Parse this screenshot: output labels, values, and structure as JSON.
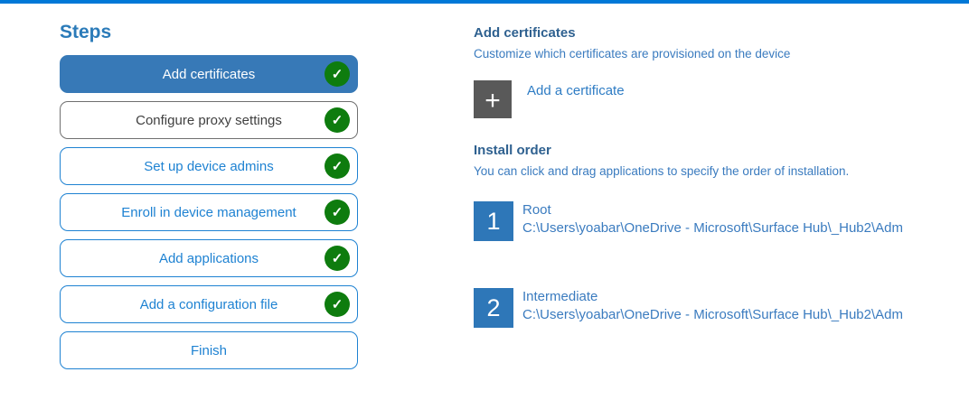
{
  "accent": {
    "top_bar_color": "#0078d7"
  },
  "colors": {
    "active_step_background": "#3779b7",
    "step_border_blue": "#1e82d2",
    "neutral_step_border": "#707070",
    "check_green": "#0e7c0e",
    "plus_box_gray": "#595959",
    "number_box_blue": "#2e77b8",
    "heading_blue": "#2f6190",
    "body_blue": "#3a7bbf"
  },
  "sidebar": {
    "title": "Steps",
    "steps": [
      {
        "label": "Add certificates",
        "state": "active",
        "completed": true
      },
      {
        "label": "Configure proxy settings",
        "state": "neutral",
        "completed": true
      },
      {
        "label": "Set up device admins",
        "state": "default",
        "completed": true
      },
      {
        "label": "Enroll in device management",
        "state": "default",
        "completed": true
      },
      {
        "label": "Add applications",
        "state": "default",
        "completed": true
      },
      {
        "label": "Add a configuration file",
        "state": "default",
        "completed": true
      },
      {
        "label": "Finish",
        "state": "default",
        "completed": false
      }
    ],
    "check_glyph": "✓"
  },
  "main": {
    "section_title": "Add certificates",
    "section_subtitle": "Customize which certificates are provisioned on the device",
    "add_button": {
      "label": "Add a certificate",
      "plus_glyph": "+"
    },
    "install_order": {
      "title": "Install order",
      "subtitle": "You can click and drag applications to specify the order of installation.",
      "items": [
        {
          "number": "1",
          "name": "Root",
          "path": "C:\\Users\\yoabar\\OneDrive - Microsoft\\Surface Hub\\_Hub2\\Adm"
        },
        {
          "number": "2",
          "name": "Intermediate",
          "path": "C:\\Users\\yoabar\\OneDrive - Microsoft\\Surface Hub\\_Hub2\\Adm"
        }
      ]
    }
  }
}
